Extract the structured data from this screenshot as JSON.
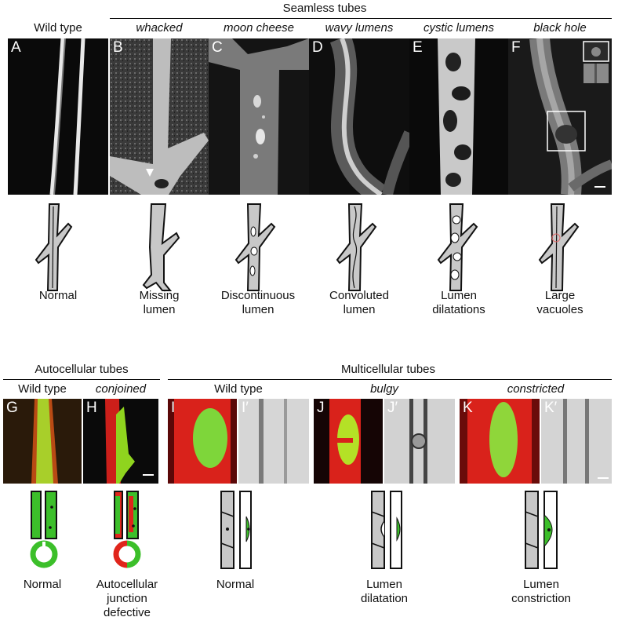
{
  "seamless": {
    "header": "Seamless tubes",
    "panels": [
      {
        "letter": "A",
        "title": "Wild type",
        "italic": false,
        "caption": [
          "Normal"
        ]
      },
      {
        "letter": "B",
        "title": "whacked",
        "italic": true,
        "caption": [
          "Missing",
          "lumen"
        ]
      },
      {
        "letter": "C",
        "title": "moon cheese",
        "italic": true,
        "caption": [
          "Discontinuous",
          "lumen"
        ]
      },
      {
        "letter": "D",
        "title": "wavy lumens",
        "italic": true,
        "caption": [
          "Convoluted",
          "lumen"
        ]
      },
      {
        "letter": "E",
        "title": "cystic lumens",
        "italic": true,
        "caption": [
          "Lumen",
          "dilatations"
        ]
      },
      {
        "letter": "F",
        "title": "black hole",
        "italic": true,
        "caption": [
          "Large",
          "vacuoles"
        ]
      }
    ]
  },
  "autocellular": {
    "header": "Autocellular tubes",
    "panels": [
      {
        "letter": "G",
        "title": "Wild type",
        "italic": false
      },
      {
        "letter": "H",
        "title": "conjoined",
        "italic": true
      }
    ],
    "captions": [
      [
        "Normal"
      ],
      [
        "Autocellular",
        "junction",
        "defective"
      ]
    ]
  },
  "multicellular": {
    "header": "Multicellular tubes",
    "groups": [
      {
        "title": "Wild type",
        "italic": false,
        "letters": [
          "I",
          "I′"
        ],
        "caption": [
          "Normal"
        ]
      },
      {
        "title": "bulgy",
        "italic": true,
        "letters": [
          "J",
          "J′"
        ],
        "caption": [
          "Lumen",
          "dilatation"
        ]
      },
      {
        "title": "constricted",
        "italic": true,
        "letters": [
          "K",
          "K′"
        ],
        "caption": [
          "Lumen",
          "constriction"
        ]
      }
    ]
  },
  "colors": {
    "green": "#3cbf2a",
    "red": "#e0251b",
    "lumen": "#c8c8c8",
    "yellow": "#c8e61e"
  }
}
